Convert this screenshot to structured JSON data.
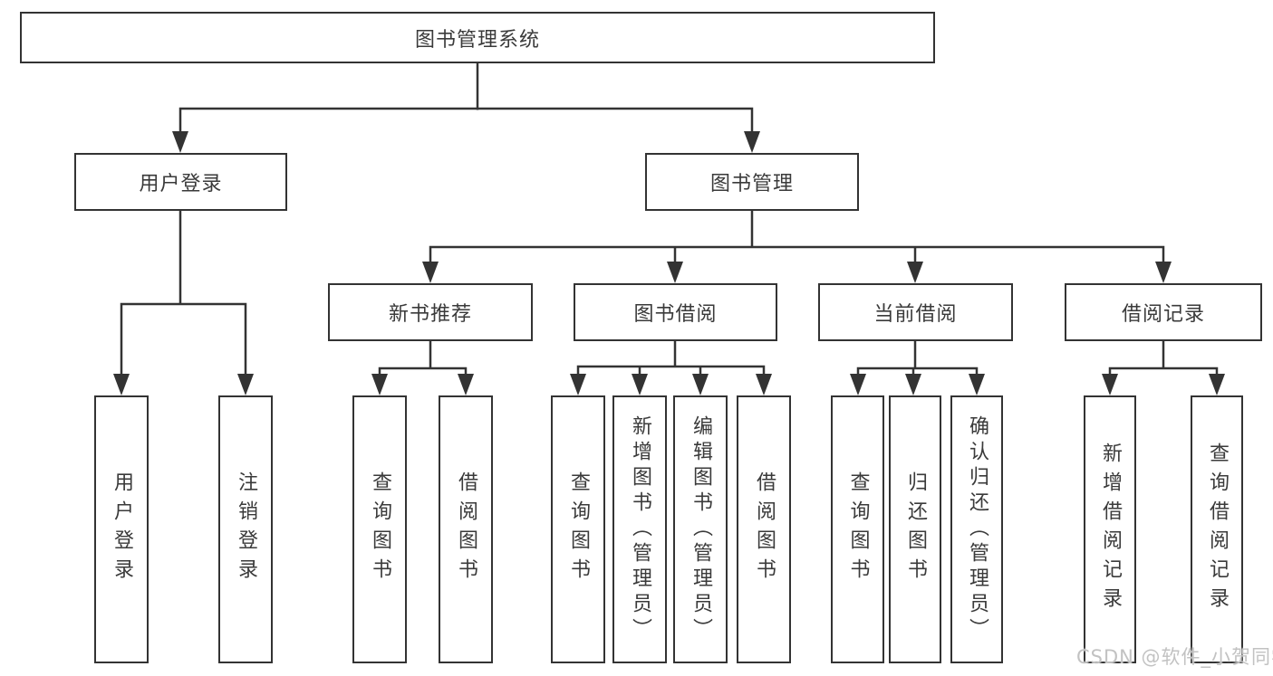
{
  "diagram": {
    "root": {
      "label": "图书管理系统"
    },
    "children": [
      {
        "label": "用户登录",
        "children": [
          {
            "label": "用户登录"
          },
          {
            "label": "注销登录"
          }
        ]
      },
      {
        "label": "图书管理",
        "children": [
          {
            "label": "新书推荐",
            "children": [
              {
                "label": "查询图书"
              },
              {
                "label": "借阅图书"
              }
            ]
          },
          {
            "label": "图书借阅",
            "children": [
              {
                "label": "查询图书"
              },
              {
                "label": "新增图书（管理员）"
              },
              {
                "label": "编辑图书（管理员）"
              },
              {
                "label": "借阅图书"
              }
            ]
          },
          {
            "label": "当前借阅",
            "children": [
              {
                "label": "查询图书"
              },
              {
                "label": "归还图书"
              },
              {
                "label": "确认归还（管理员）"
              }
            ]
          },
          {
            "label": "借阅记录",
            "children": [
              {
                "label": "新增借阅记录"
              },
              {
                "label": "查询借阅记录"
              }
            ]
          }
        ]
      }
    ]
  },
  "watermark": {
    "text": "CSDN @软件_小贺同学"
  },
  "colors": {
    "line": "#333333",
    "text": "#3a3a3a",
    "background": "#ffffff",
    "watermark": "#c2c2c2"
  }
}
